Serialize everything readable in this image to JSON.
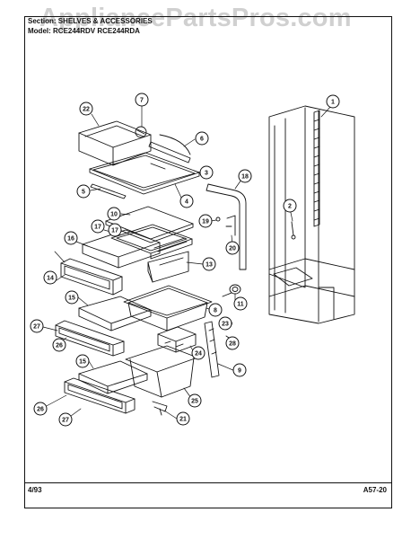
{
  "watermark": "AppliancePartsPros.com",
  "header": {
    "section_label": "Section:",
    "section_value": "SHELVES & ACCESSORIES",
    "model_label": "Model:",
    "model_value": "RCE244RDV    RCE244RDA"
  },
  "footer": {
    "date": "4/93",
    "page_code": "A57-20"
  },
  "callouts": [
    {
      "id": "c22",
      "label": "22"
    },
    {
      "id": "c7",
      "label": "7"
    },
    {
      "id": "c6",
      "label": "6"
    },
    {
      "id": "c3",
      "label": "3"
    },
    {
      "id": "c4",
      "label": "4"
    },
    {
      "id": "c5",
      "label": "5"
    },
    {
      "id": "c1",
      "label": "1"
    },
    {
      "id": "c18",
      "label": "18"
    },
    {
      "id": "c2",
      "label": "2"
    },
    {
      "id": "c10",
      "label": "10"
    },
    {
      "id": "c19",
      "label": "19"
    },
    {
      "id": "c20",
      "label": "20"
    },
    {
      "id": "c17a",
      "label": "17"
    },
    {
      "id": "c16a",
      "label": "16"
    },
    {
      "id": "c17b",
      "label": "17"
    },
    {
      "id": "c14",
      "label": "14"
    },
    {
      "id": "c13",
      "label": "13"
    },
    {
      "id": "c15a",
      "label": "15"
    },
    {
      "id": "c11",
      "label": "11"
    },
    {
      "id": "c8",
      "label": "8"
    },
    {
      "id": "c27a",
      "label": "27"
    },
    {
      "id": "c26a",
      "label": "26"
    },
    {
      "id": "c23",
      "label": "23"
    },
    {
      "id": "c28",
      "label": "28"
    },
    {
      "id": "c24",
      "label": "24"
    },
    {
      "id": "c9",
      "label": "9"
    },
    {
      "id": "c15b",
      "label": "15"
    },
    {
      "id": "c25",
      "label": "25"
    },
    {
      "id": "c26b",
      "label": "26"
    },
    {
      "id": "c27b",
      "label": "27"
    },
    {
      "id": "c21",
      "label": "21"
    }
  ]
}
